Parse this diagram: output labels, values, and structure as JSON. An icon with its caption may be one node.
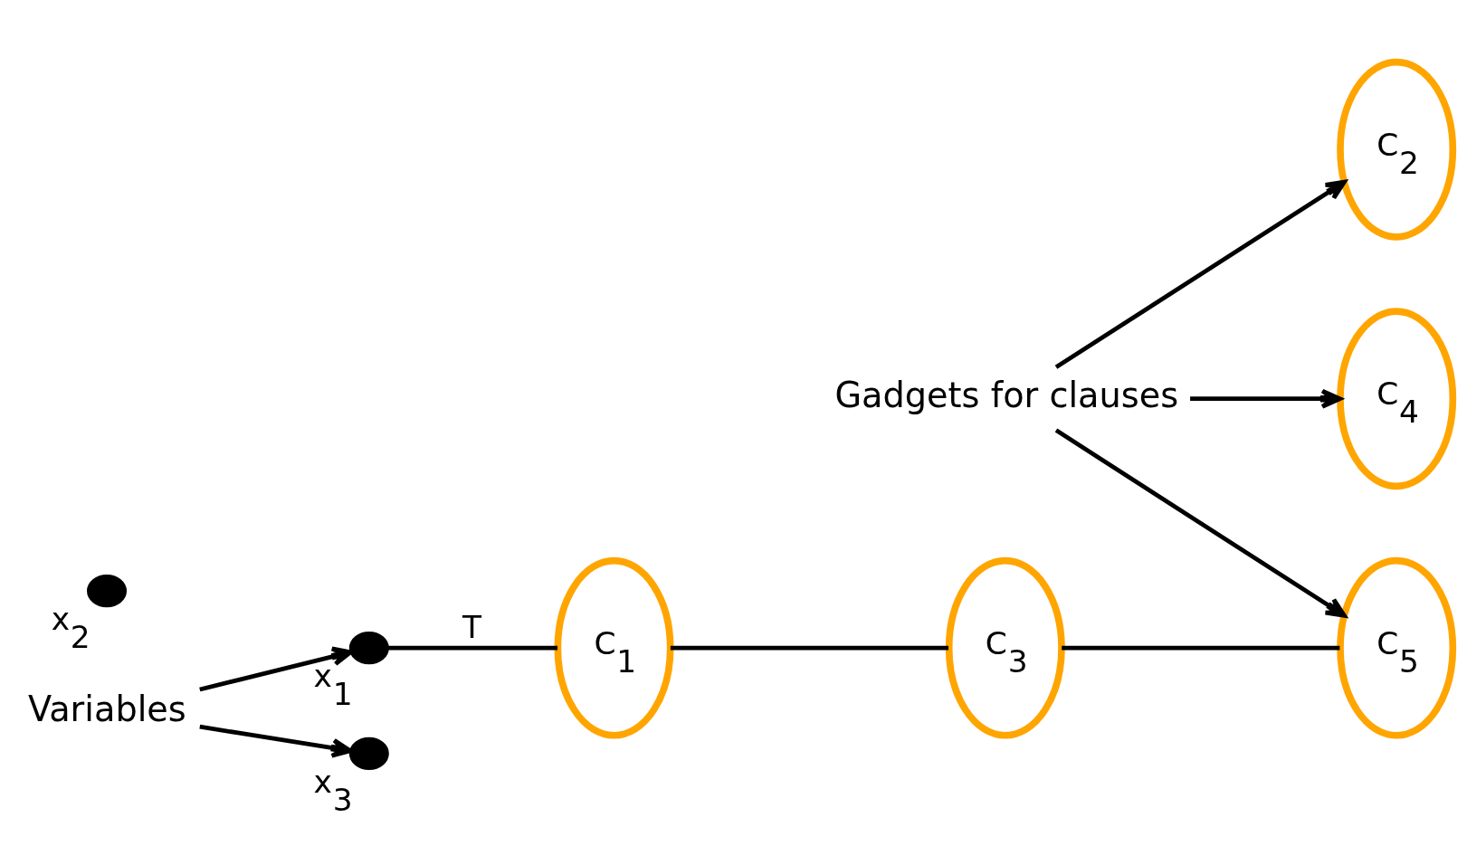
{
  "diagram": {
    "nodes": [
      {
        "text": [],
        "shape": "circle",
        "beside": [
          "x$_{1}$"
        ]
      },
      {
        "text": [],
        "shape": "circle",
        "beside": [
          "x$_{2}$"
        ]
      },
      {
        "text": [],
        "shape": "circle",
        "beside": [
          "x$_{3}$"
        ]
      },
      {
        "text": [
          "C$_{1}$"
        ]
      },
      {
        "text": [
          "C$_{2}$"
        ]
      },
      {
        "text": [
          "C$_{3}$"
        ]
      },
      {
        "text": [
          "C$_{4}$"
        ]
      },
      {
        "text": [
          "C$_{5}$"
        ]
      },
      {
        "text": [
          "Variables"
        ]
      },
      {
        "text": [
          "Gadgets for clauses"
        ]
      }
    ],
    "edges": [
      {
        "from": 0,
        "to": 3,
        "arrow": "none",
        "label": "T"
      },
      {
        "from": 3,
        "to": 5,
        "arrow": "none"
      },
      {
        "from": 5,
        "to": 7,
        "arrow": "none"
      },
      {
        "from": 8,
        "to": 0,
        "arrow": "to"
      },
      {
        "from": 8,
        "to": 2,
        "arrow": "to"
      },
      {
        "from": 9,
        "to": 4,
        "arrow": "to"
      },
      {
        "from": 9,
        "to": 6,
        "arrow": "to"
      },
      {
        "from": 9,
        "to": 7,
        "arrow": "to"
      }
    ]
  }
}
